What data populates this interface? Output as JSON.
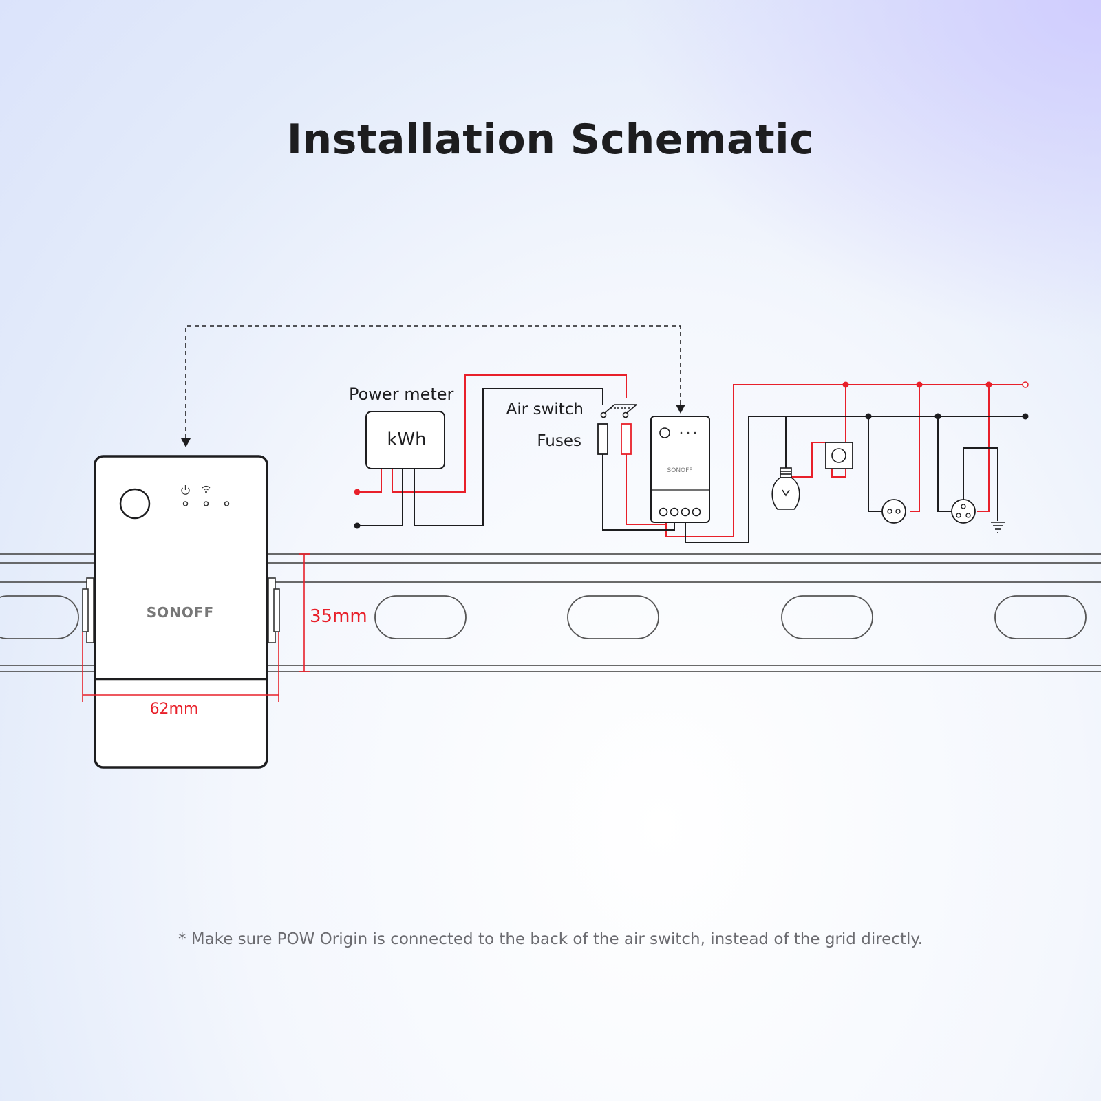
{
  "title": "Installation Schematic",
  "labels": {
    "power_meter": "Power meter",
    "kwh": "kWh",
    "air_switch": "Air switch",
    "fuses": "Fuses",
    "brand": "SONOFF",
    "height_dim": "35mm",
    "width_dim": "62mm"
  },
  "footnote": "* Make sure POW Origin is connected to the back of the air switch, instead of the grid directly.",
  "colors": {
    "live_wire": "#e8202a",
    "neutral_wire": "#1d1d1f",
    "dimension": "#e8202a",
    "rail": "#555555"
  },
  "icons": [
    "power-icon",
    "wifi-icon",
    "bulb-icon",
    "switch-icon",
    "socket-icon",
    "ground-icon"
  ]
}
